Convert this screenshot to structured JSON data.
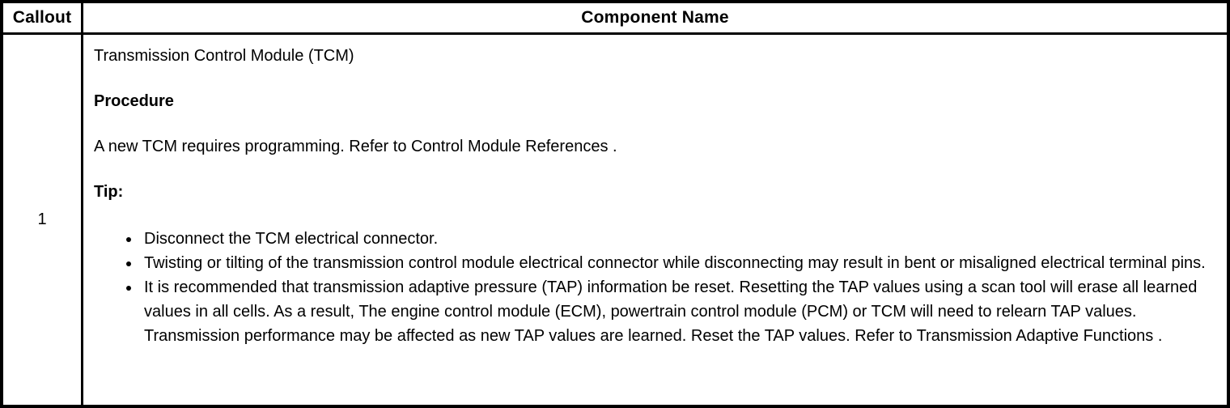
{
  "table": {
    "headers": {
      "callout": "Callout",
      "component_name": "Component Name"
    },
    "row": {
      "callout": "1",
      "component_title": "Transmission Control Module (TCM)",
      "procedure_heading": "Procedure",
      "procedure_text": "A new TCM requires programming. Refer to Control Module References .",
      "tip_heading": "Tip:",
      "tips": [
        "Disconnect the TCM electrical connector.",
        "Twisting or tilting of the transmission control module electrical connector while disconnecting may result in bent or misaligned electrical terminal pins.",
        "It is recommended that transmission adaptive pressure (TAP) information be reset. Resetting the TAP values using a scan tool will erase all learned values in all cells. As a result, The engine control module (ECM), powertrain control module (PCM) or TCM will need to relearn TAP values. Transmission performance may be affected as new TAP values are learned. Reset the TAP values. Refer to Transmission Adaptive Functions ."
      ]
    },
    "colors": {
      "border": "#000000",
      "text": "#000000",
      "background": "#ffffff"
    }
  }
}
